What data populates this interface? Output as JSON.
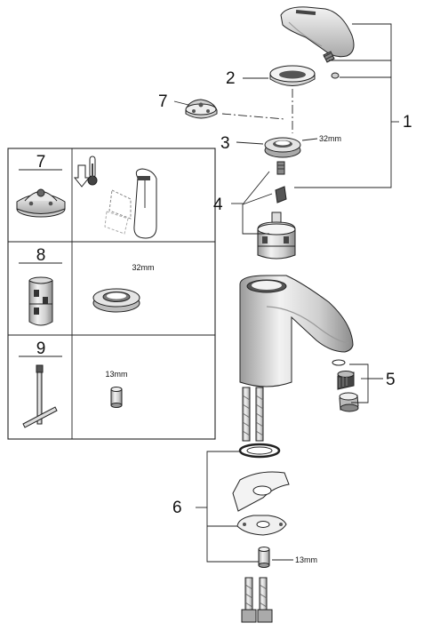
{
  "callouts": {
    "c1": "1",
    "c2": "2",
    "c3": "3",
    "c4": "4",
    "c5": "5",
    "c6": "6",
    "c7": "7"
  },
  "dimensions": {
    "nut_size": "32mm",
    "hex_size": "13mm"
  },
  "spare_parts_table": {
    "rows": [
      {
        "number": "7",
        "content": "temperature-limiter-info"
      },
      {
        "number": "8",
        "content": "32mm"
      },
      {
        "number": "9",
        "content": "13mm"
      }
    ]
  },
  "colors": {
    "line": "#222222",
    "shade_light": "#e6e6e6",
    "shade_mid": "#bdbdbd",
    "shade_dark": "#7a7a7a"
  }
}
